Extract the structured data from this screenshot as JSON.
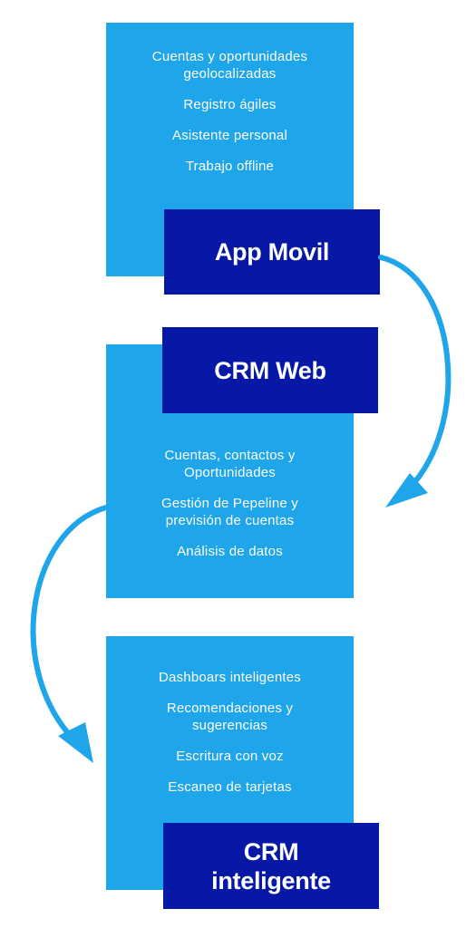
{
  "sections": [
    {
      "title": "App Movil",
      "items": [
        "Cuentas y oportunidades geolocalizadas",
        "Registro ágiles",
        "Asistente personal",
        "Trabajo offline"
      ]
    },
    {
      "title": "CRM Web",
      "items": [
        "Cuentas, contactos y Oportunidades",
        "Gestión de Pepeline y previsión de cuentas",
        "Análisis de datos"
      ]
    },
    {
      "title": "CRM inteligente",
      "items": [
        "Dashboars inteligentes",
        "Recomendaciones y sugerencias",
        "Escritura con voz",
        "Escaneo de tarjetas"
      ]
    }
  ],
  "colors": {
    "panel": "#1ea5ea",
    "title_box": "#0718a6",
    "arrow": "#1ea5ea",
    "text": "#ffffff"
  }
}
